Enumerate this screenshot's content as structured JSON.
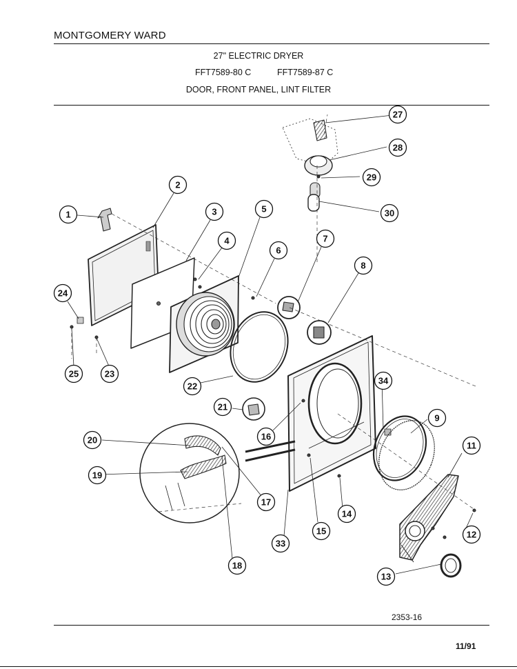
{
  "header": {
    "brand": "MONTGOMERY WARD",
    "title": "27\" ELECTRIC DRYER",
    "model_1": "FFT7589-80 C",
    "model_2": "FFT7589-87 C",
    "section": "DOOR, FRONT PANEL, LINT FILTER"
  },
  "footer": {
    "drawing_code": "2353-16",
    "date": "11/91"
  },
  "callouts": [
    "1",
    "2",
    "3",
    "4",
    "5",
    "6",
    "7",
    "8",
    "9",
    "11",
    "12",
    "13",
    "14",
    "15",
    "16",
    "17",
    "18",
    "19",
    "20",
    "21",
    "22",
    "23",
    "24",
    "25",
    "27",
    "28",
    "29",
    "30",
    "33",
    "34"
  ]
}
